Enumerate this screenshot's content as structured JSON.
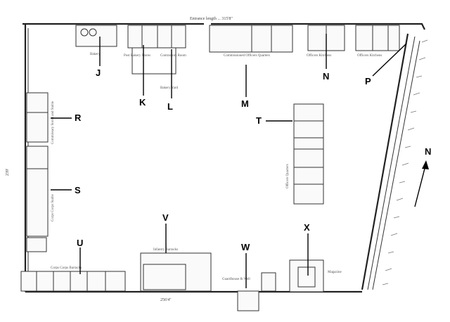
{
  "dimensions": {
    "top": "Entrance length ... 315'8\"",
    "bottom": "256'4\"",
    "left": "239'"
  },
  "rooms": {
    "bakery": "Bakery",
    "post_bakery": "Post Bakery Stores",
    "contractors": "Contractors Room",
    "bakery_yard": "Bakery Yard",
    "commissioned_officers": "Commissioned Officers Quarters",
    "officers_kitchen_1": "Officers Kitchens",
    "officers_kitchen_2": "Officers Kitchens",
    "commissary": "Commissary Stores and Stable",
    "corps_stable": "Corps Corps Stable",
    "officers_quarters_t": "Officers Quarters",
    "barracks": "Corps Corps Barracks",
    "infantry_barracks": "Infantry Barracks",
    "guardhouse": "Guardhouse & Well",
    "magazine": "Magazine"
  },
  "markers": [
    "J",
    "K",
    "L",
    "M",
    "N",
    "P",
    "R",
    "S",
    "T",
    "U",
    "V",
    "W",
    "X"
  ],
  "north_label": "N",
  "north_icon": "north-arrow-icon"
}
